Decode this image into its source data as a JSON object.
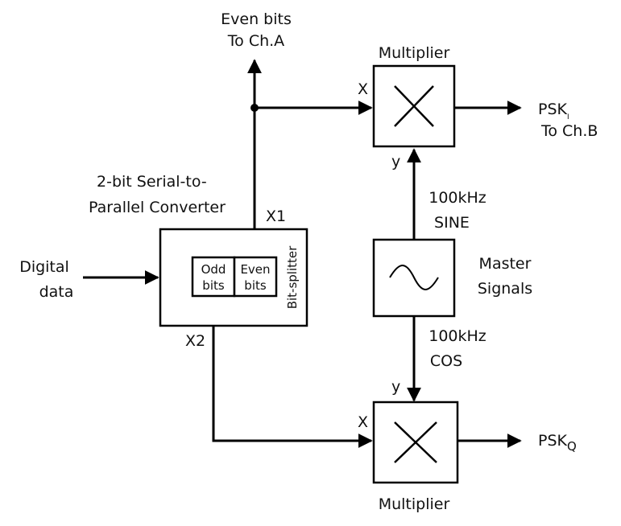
{
  "labels": {
    "even_bits_a_1": "Even bits",
    "even_bits_a_2": "To Ch.A",
    "multiplier_top": "Multiplier",
    "multiplier_bottom": "Multiplier",
    "x_top": "X",
    "x_bottom": "X",
    "y_top": "y",
    "y_bottom": "y",
    "psk_i": "PSK",
    "psk_i_sub": "I",
    "to_ch_b": "To Ch.B",
    "psk_q": "PSK",
    "psk_q_sub": "Q",
    "converter_1": "2-bit Serial-to-",
    "converter_2": "Parallel Converter",
    "x1": "X1",
    "x2": "X2",
    "digital_1": "Digital",
    "digital_2": "data",
    "odd_1": "Odd",
    "odd_2": "bits",
    "even_1": "Even",
    "even_2": "bits",
    "bit_splitter": "Bit-splitter",
    "sine_1": "100kHz",
    "sine_2": "SINE",
    "cos_1": "100kHz",
    "cos_2": "COS",
    "master_1": "Master",
    "master_2": "Signals"
  },
  "icons": {
    "multiplier_symbol": "x-cross-icon",
    "oscillator_symbol": "sine-wave-icon"
  }
}
